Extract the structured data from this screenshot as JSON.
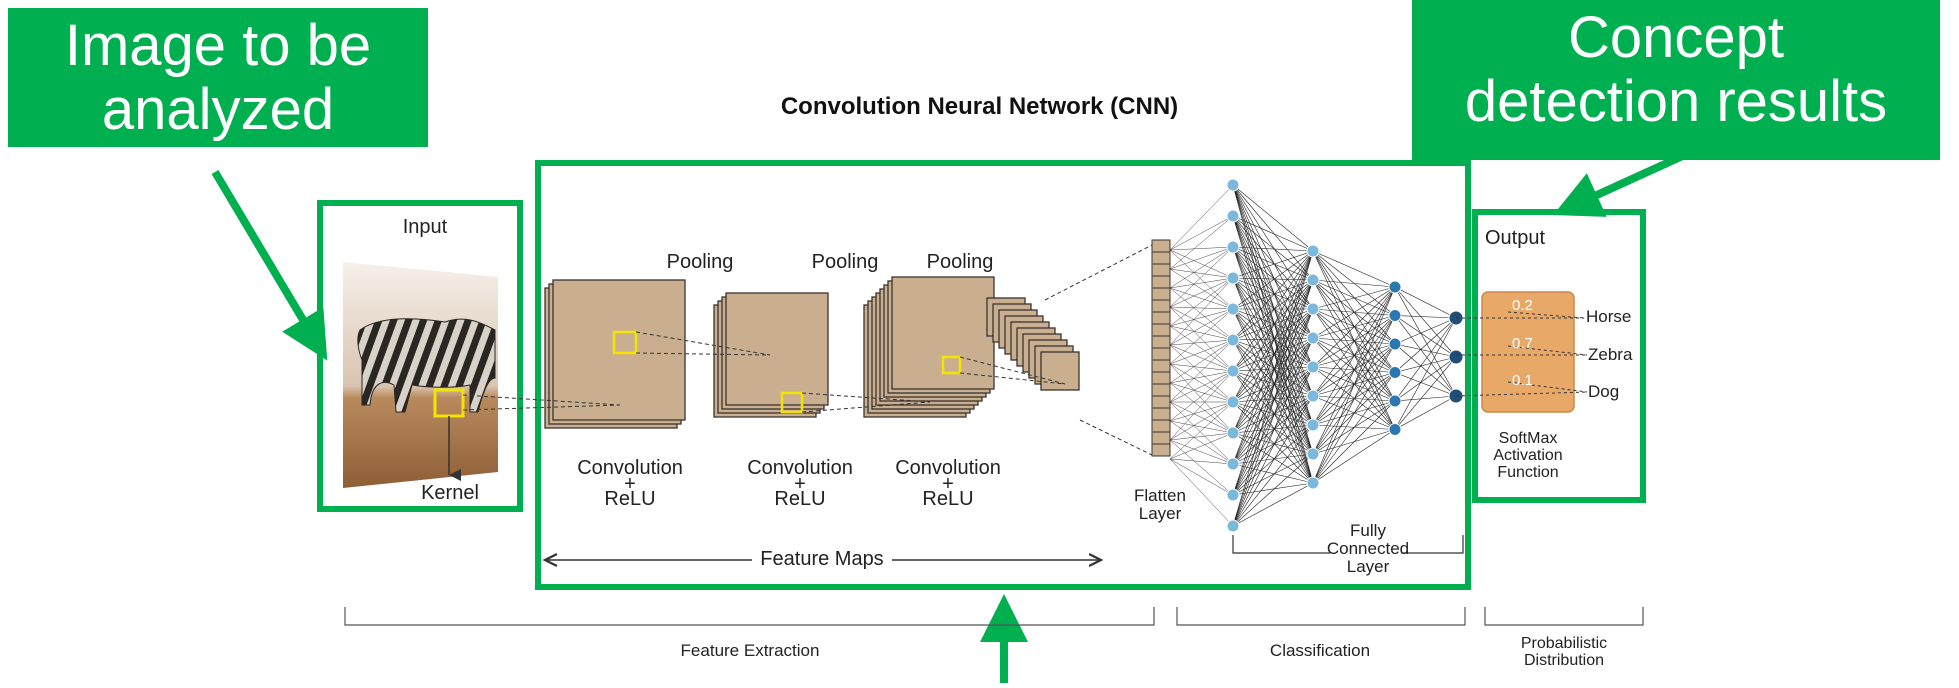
{
  "title": "Convolution  Neural  Network (CNN)",
  "callouts": {
    "input_note": [
      "Image to be",
      "analyzed"
    ],
    "output_note": [
      "Concept",
      "detection results"
    ]
  },
  "input_section": {
    "label": "Input",
    "kernel_label": "Kernel"
  },
  "pooling_labels": [
    "Pooling",
    "Pooling",
    "Pooling"
  ],
  "conv_labels": [
    {
      "line1": "Convolution",
      "line2": "+",
      "line3": "ReLU"
    },
    {
      "line1": "Convolution",
      "line2": "+",
      "line3": "ReLU"
    },
    {
      "line1": "Convolution",
      "line2": "+",
      "line3": "ReLU"
    }
  ],
  "feature_maps_label": "Feature  Maps",
  "flatten_label": [
    "Flatten",
    "Layer"
  ],
  "fully_connected_label": [
    "Fully",
    "Connected",
    "Layer"
  ],
  "output_section": {
    "label": "Output",
    "classes": [
      {
        "name": "Horse",
        "probability": "0.2"
      },
      {
        "name": "Zebra",
        "probability": "0.7"
      },
      {
        "name": "Dog",
        "probability": "0.1"
      }
    ],
    "activation_label": [
      "SoftMax",
      "Activation",
      "Function"
    ]
  },
  "stage_labels": {
    "feature_extraction": "Feature Extraction",
    "classification": "Classification",
    "probabilistic": [
      "Probabilistic",
      "Distribution"
    ]
  },
  "colors": {
    "highlight_green": "#00b050",
    "feature_map_tan": "#c9af8f",
    "neuron_light": "#7ab8dc",
    "neuron_mid": "#2a78b0",
    "neuron_dark": "#1f4e79",
    "output_box": "#e8a868",
    "kernel_yellow": "#f2e600"
  }
}
